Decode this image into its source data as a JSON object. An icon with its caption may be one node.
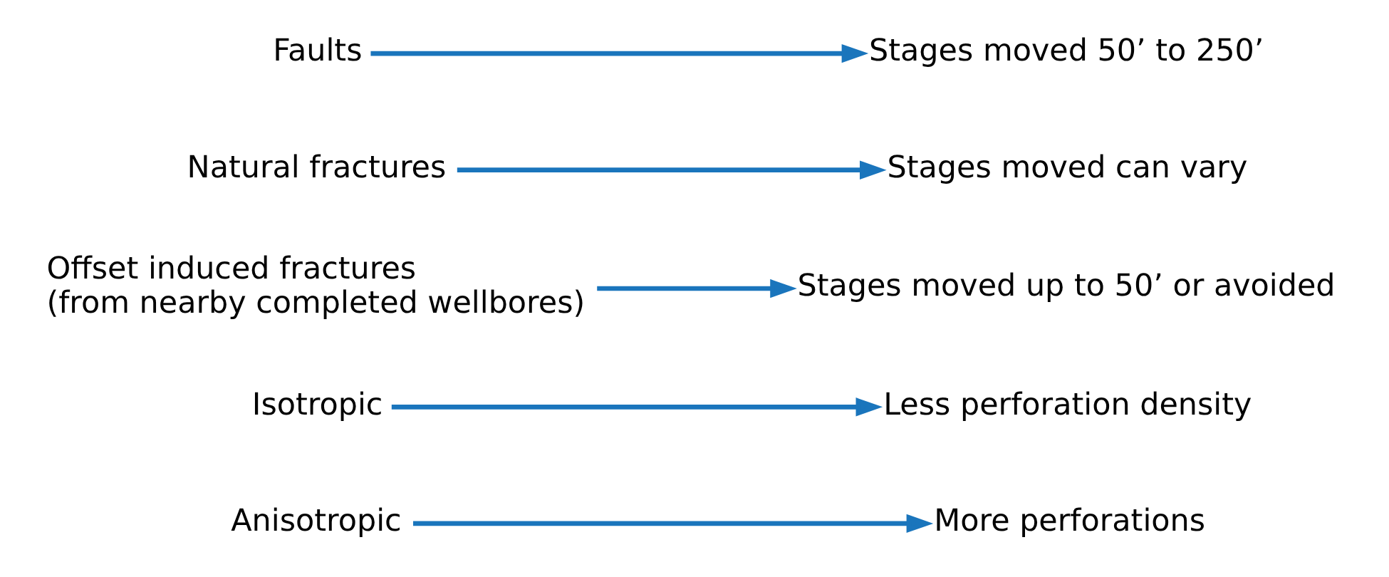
{
  "diagram": {
    "nodes": [
      {
        "text": [
          "Faults"
        ]
      },
      {
        "text": [
          "Stages moved 50’ to 250’"
        ]
      },
      {
        "text": [
          "Natural fractures"
        ]
      },
      {
        "text": [
          "Stages moved can vary"
        ]
      },
      {
        "text": [
          "Offset induced fractures",
          "(from nearby completed wellbores)"
        ]
      },
      {
        "text": [
          "Stages moved up to 50’ or avoided"
        ]
      },
      {
        "text": [
          "Isotropic"
        ]
      },
      {
        "text": [
          "Less perforation density"
        ]
      },
      {
        "text": [
          "Anisotropic"
        ]
      },
      {
        "text": [
          "More perforations"
        ]
      }
    ],
    "edges": [
      {
        "from": 0,
        "to": 1,
        "arrow": "to"
      },
      {
        "from": 2,
        "to": 3,
        "arrow": "to"
      },
      {
        "from": 4,
        "to": 5,
        "arrow": "to"
      },
      {
        "from": 6,
        "to": 7,
        "arrow": "to"
      },
      {
        "from": 8,
        "to": 9,
        "arrow": "to"
      }
    ]
  }
}
